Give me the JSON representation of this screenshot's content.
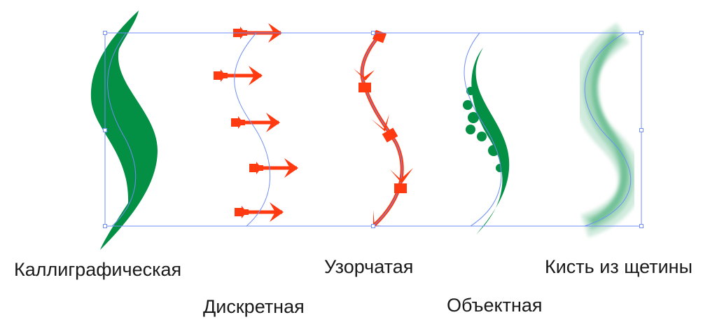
{
  "colors": {
    "green": "#038f44",
    "red": "#ff3a10",
    "selection": "#6f8ff7"
  },
  "brushes": [
    {
      "id": "calligraphic",
      "label": "Каллиграфическая"
    },
    {
      "id": "scatter",
      "label": "Дискретная"
    },
    {
      "id": "pattern",
      "label": "Узорчатая"
    },
    {
      "id": "art",
      "label": "Объектная"
    },
    {
      "id": "bristle",
      "label": "Кисть из щетины"
    }
  ]
}
